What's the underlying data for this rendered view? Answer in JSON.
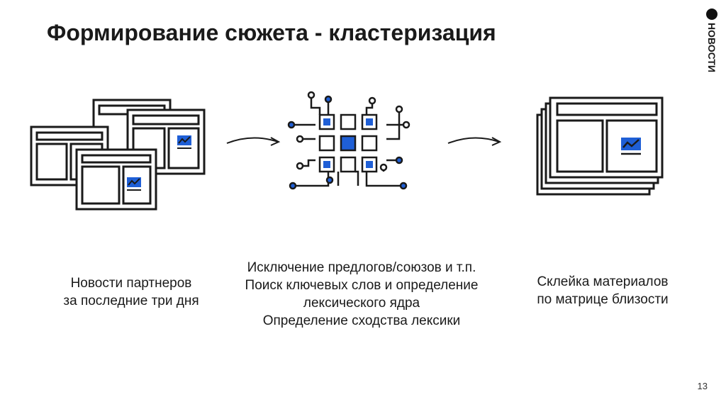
{
  "header": {
    "title": "Формирование сюжета - кластеризация",
    "logo_text": "НОВОСТИ",
    "logo_icon": "circle-logo-icon"
  },
  "steps": [
    {
      "icon": "news-pages-icon",
      "lines": [
        "Новости партнеров",
        "за последние три дня"
      ]
    },
    {
      "icon": "processor-chip-icon",
      "lines": [
        "Исключение предлогов/союзов и т.п.",
        "Поиск ключевых слов и определение",
        "лексического ядра",
        "Определение сходства лексики"
      ]
    },
    {
      "icon": "stacked-document-icon",
      "lines": [
        "Склейка материалов",
        "по матрице близости"
      ]
    }
  ],
  "colors": {
    "accent": "#1f5fd6",
    "stroke": "#1a1a1a"
  },
  "footer": {
    "page_number": "13"
  }
}
